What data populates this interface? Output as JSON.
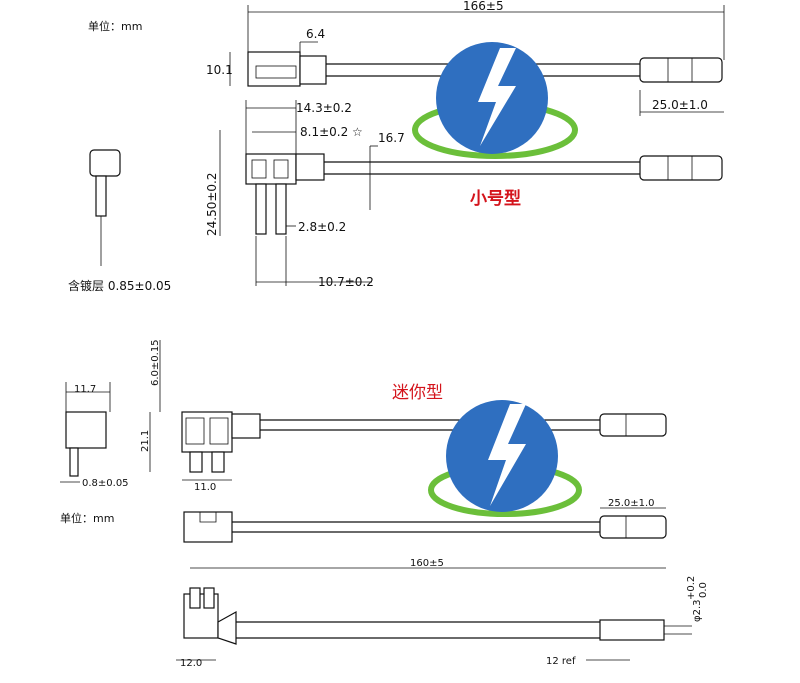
{
  "top": {
    "unit_label": "单位：mm",
    "overall_length": "166±5",
    "height_left": "10.1",
    "tab_width": "6.4",
    "terminal_length": "25.0±1.0",
    "body_width": "14.3±0.2",
    "slot_width": "8.1±0.2 ☆",
    "wire_offset": "16.7",
    "total_height": "24.50±0.2",
    "blade_width": "2.8±0.2",
    "bottom_width": "10.7±0.2",
    "plating_label": "含镀层 0.85±0.05",
    "type_label": "小号型"
  },
  "bottom": {
    "unit_label": "单位：mm",
    "side_width": "11.7",
    "side_thickness": "0.8±0.05",
    "top_height": "6.0±0.15",
    "body_height": "21.1",
    "body_width": "11.0",
    "terminal_length": "25.0±1.0",
    "overall_length": "160±5",
    "lower_width": "12.0",
    "ref_length": "12 ref",
    "pin_diameter": "φ2.3",
    "pin_tol_upper": "+0.2",
    "pin_tol_lower": "0.0",
    "type_label": "迷你型"
  },
  "colors": {
    "logo_blue": "#2f6fc0",
    "logo_green": "#6bbf3a",
    "label_red": "#d4141c"
  },
  "icons": [
    "lightning-logo-icon"
  ]
}
